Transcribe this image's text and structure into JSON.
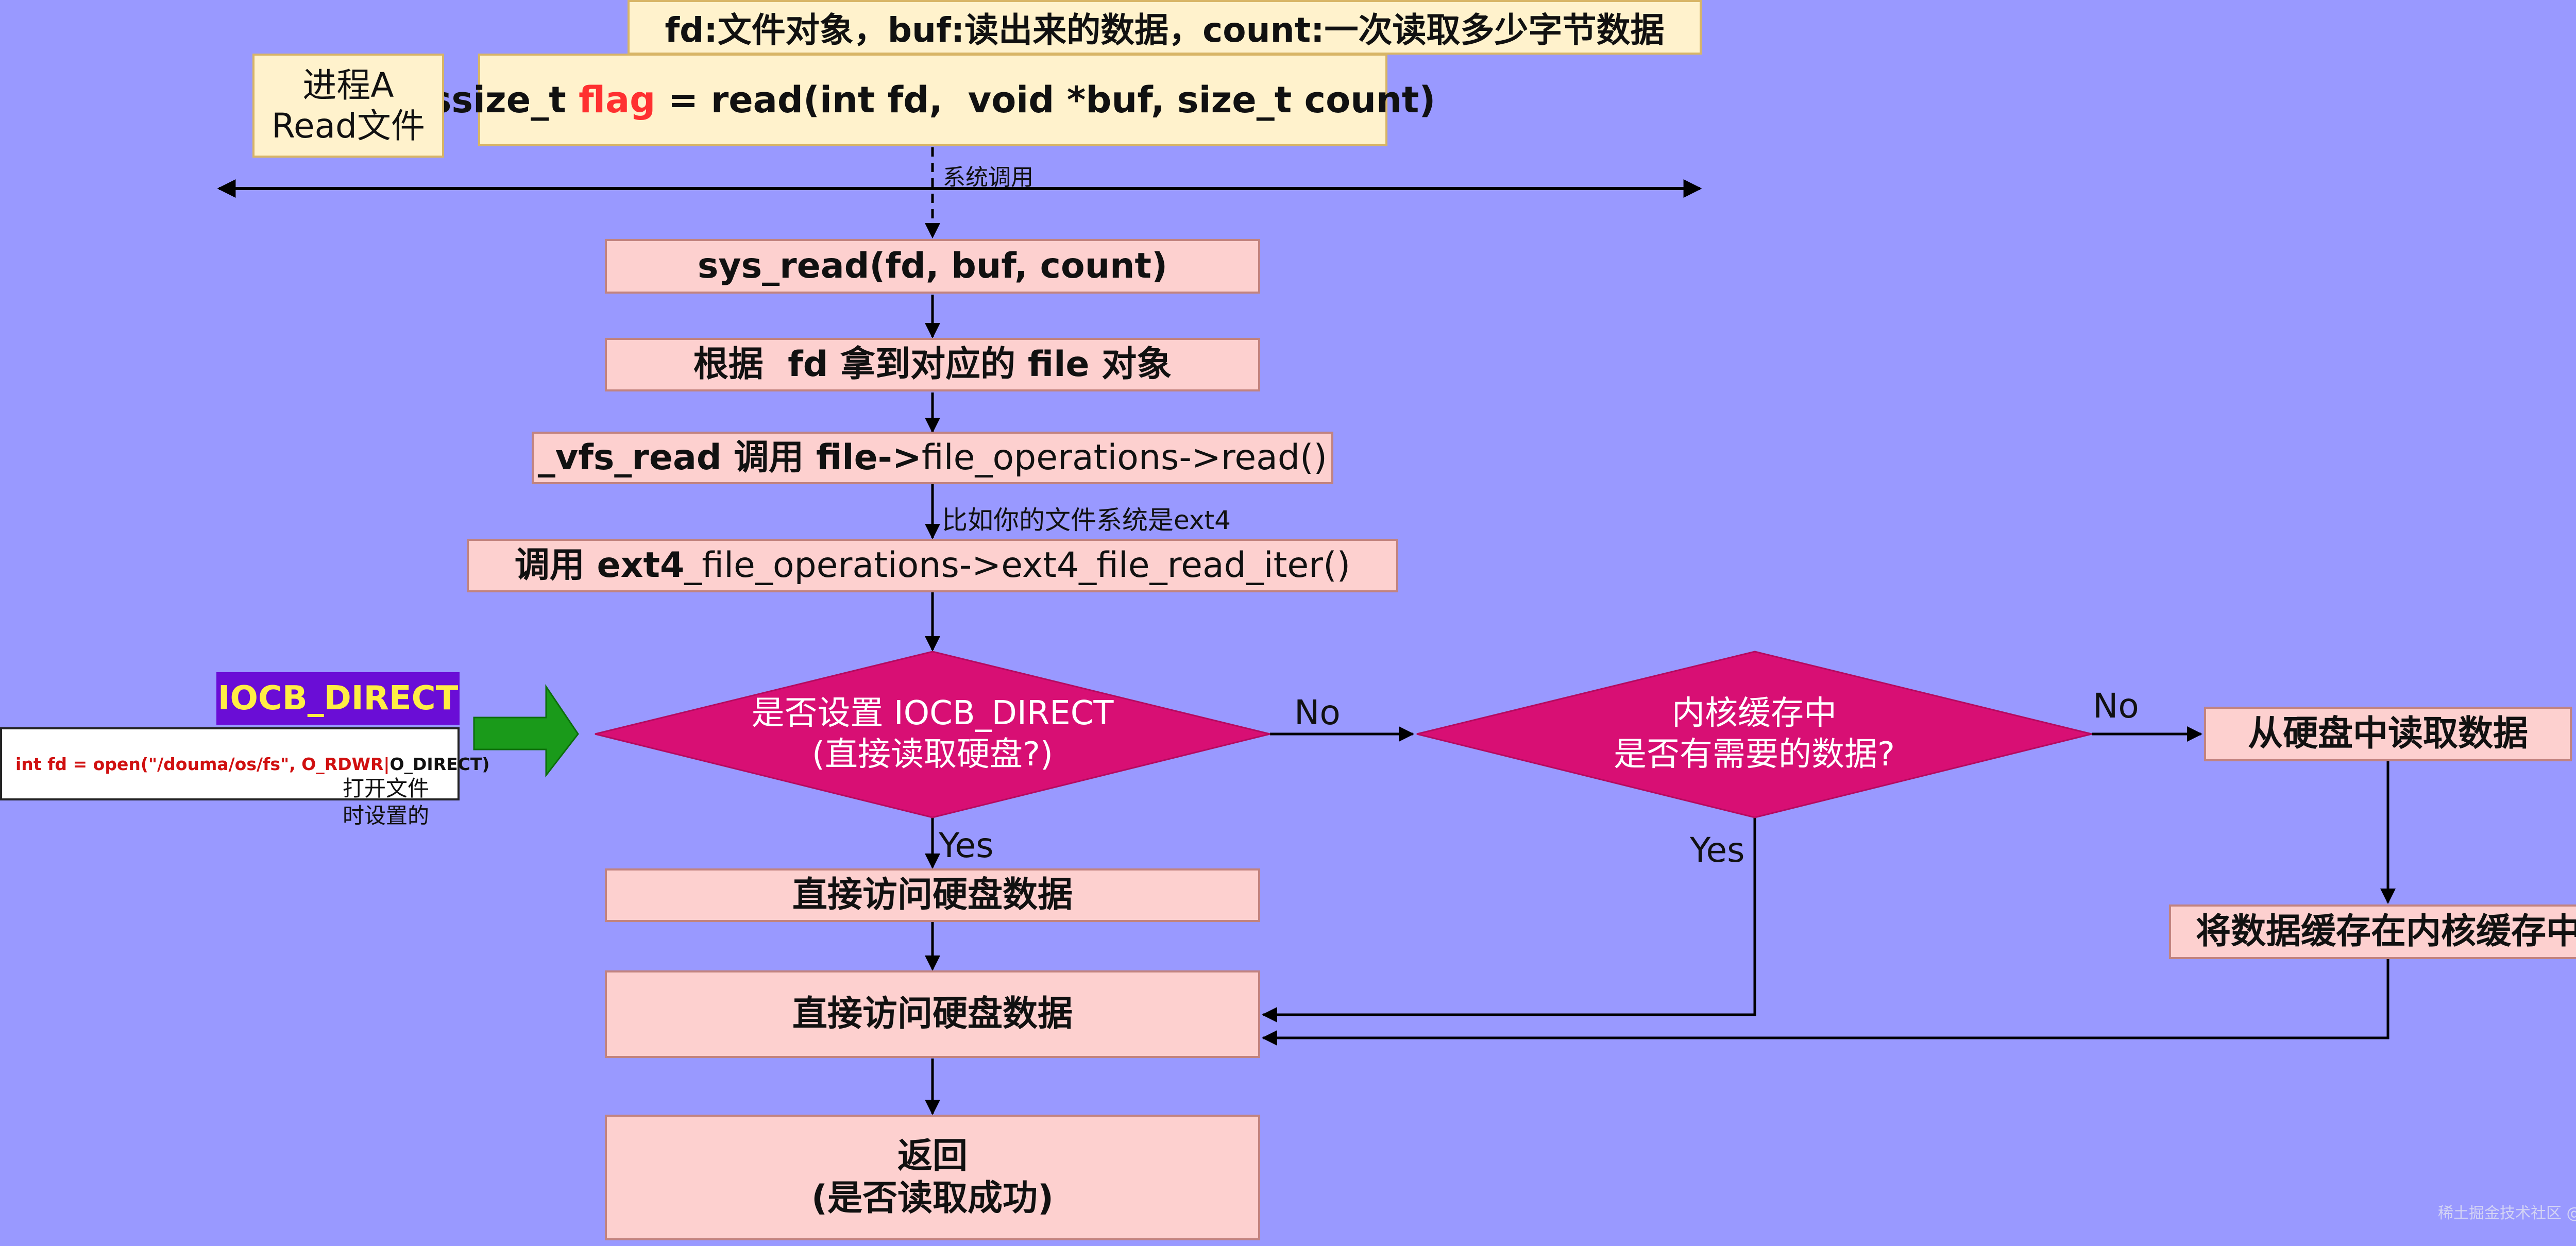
{
  "header": {
    "param_note": "fd:文件对象，buf:读出来的数据，count:一次读取多少字节数据",
    "call_prefix": "ssize_t ",
    "call_flag": "flag",
    "call_rest": " = read(int fd,  void *buf, size_t count)",
    "flag_color": "#ff3030"
  },
  "process_box": {
    "line1": "进程A",
    "line2": "Read文件"
  },
  "syscall_label": "系统调用",
  "steps": {
    "sys_read": "sys_read(fd, buf, count)",
    "get_file": "根据  fd 拿到对应的 file 对象",
    "vfs_read_bold": "_vfs_read 调用 file->",
    "vfs_read_rest": "file_operations->read()",
    "ext4_hint": "比如你的文件系统是ext4",
    "ext4_bold": "调用 ext4",
    "ext4_rest": "_file_operations->ext4_file_read_iter()",
    "direct_access_1": "直接访问硬盘数据",
    "direct_access_2": "直接访问硬盘数据",
    "return_line1": "返回",
    "return_line2": "(是否读取成功)",
    "read_from_disk": "从硬盘中读取数据",
    "cache_data": "将数据缓存在内核缓存中"
  },
  "decisions": {
    "iocb_line1": "是否设置 IOCB_DIRECT",
    "iocb_line2": "(直接读取硬盘?)",
    "cache_line1": "内核缓存中",
    "cache_line2": "是否有需要的数据?"
  },
  "branch_labels": {
    "no_1": "No",
    "yes_1": "Yes",
    "no_2": "No",
    "yes_2": "Yes"
  },
  "side_note": {
    "iocb_tag": "IOCB_DIRECT",
    "iocb_tag_bg": "#6a0dd6",
    "iocb_tag_color": "#ffee44",
    "open_code_red": "int fd = open(\"/douma/os/fs\", O_RDWR|",
    "open_code_dark": "O_DIRECT)",
    "open_note_line1": "打开文件",
    "open_note_line2": "时设置的"
  },
  "watermark": "稀土掘金技术社区 @ 猿码主子",
  "colors": {
    "background": "#9999ff",
    "box_fill": "#fdd0cf",
    "diamond_fill": "#d80f74",
    "green_arrow": "#1a9a1a"
  }
}
